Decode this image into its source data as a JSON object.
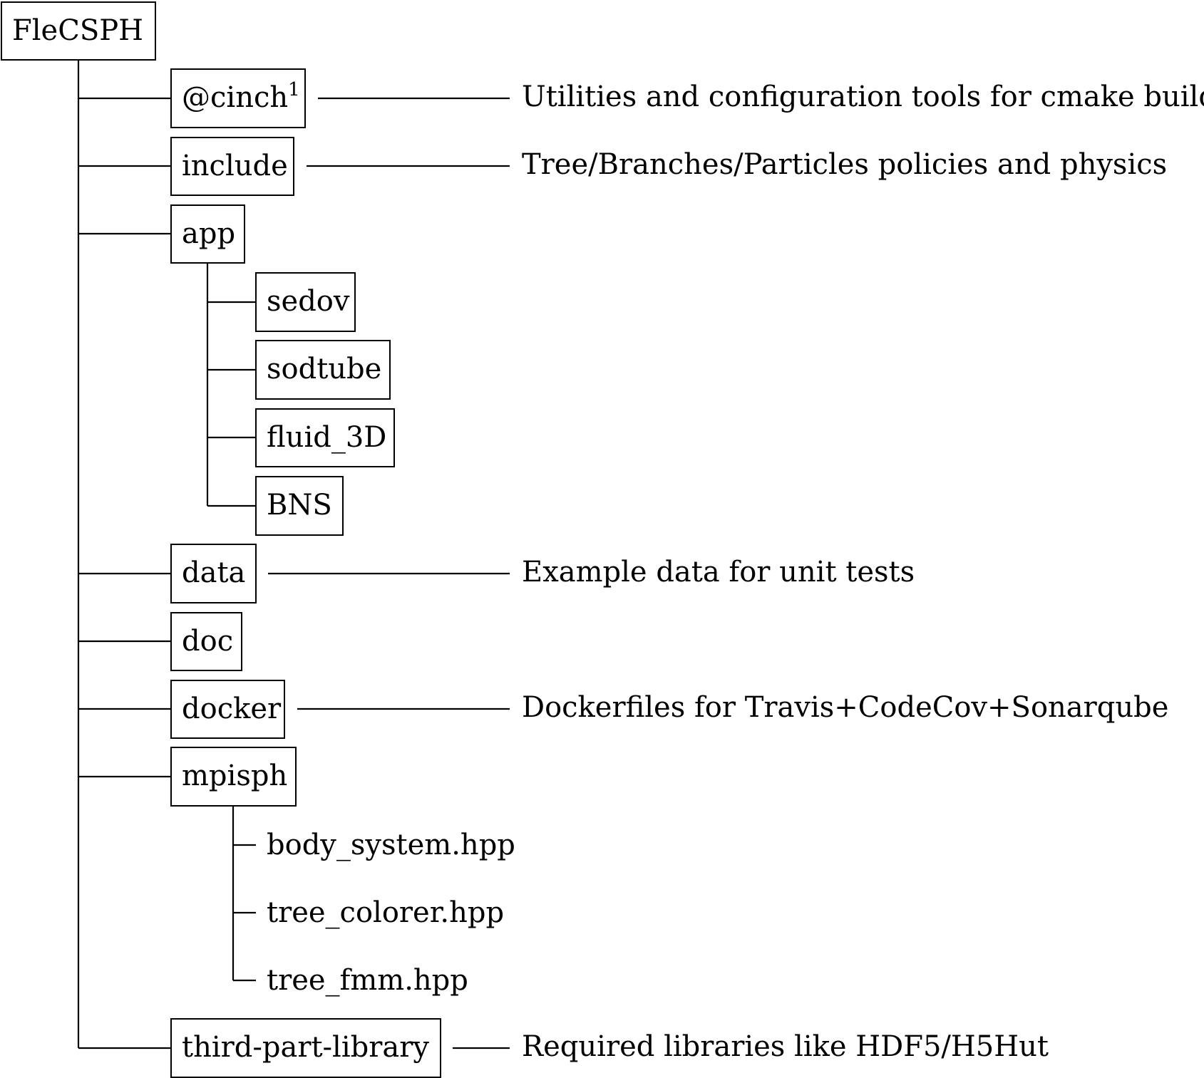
{
  "root": {
    "label": "FleCSPH"
  },
  "cinch": {
    "label": "@cinch",
    "footnote": "1",
    "description": "Utilities and configuration tools for cmake builds"
  },
  "include": {
    "label": "include",
    "description": "Tree/Branches/Particles policies and physics"
  },
  "app": {
    "label": "app",
    "children": [
      "sedov",
      "sodtube",
      "fluid_3D",
      "BNS"
    ]
  },
  "data_dir": {
    "label": "data",
    "description": "Example data for unit tests"
  },
  "doc": {
    "label": "doc"
  },
  "docker": {
    "label": "docker",
    "description": "Dockerfiles for Travis+CodeCov+Sonarqube"
  },
  "mpisph": {
    "label": "mpisph",
    "files": [
      "body_system.hpp",
      "tree_colorer.hpp",
      "tree_fmm.hpp"
    ]
  },
  "third_party": {
    "label": "third-part-library",
    "description": "Required libraries like HDF5/H5Hut"
  }
}
